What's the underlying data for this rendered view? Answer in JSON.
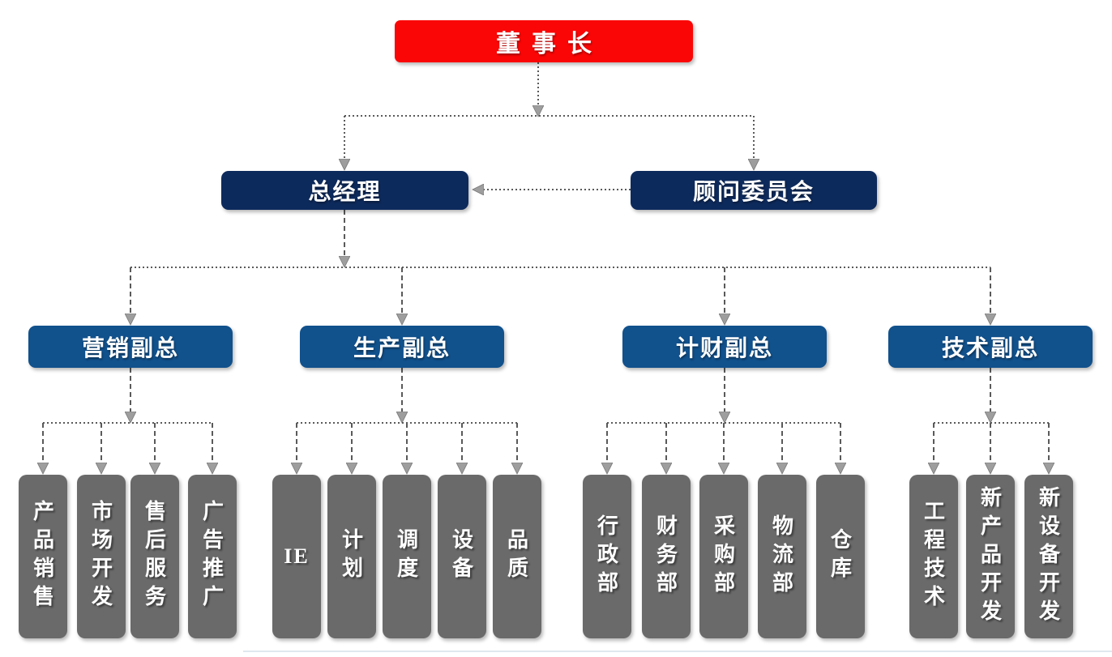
{
  "org_chart": {
    "root": {
      "label": "董事长"
    },
    "level2": {
      "general_manager": {
        "label": "总经理"
      },
      "advisory_committee": {
        "label": "顾问委员会"
      }
    },
    "branches": [
      {
        "vp": "营销副总",
        "children": [
          "产品销售",
          "市场开发",
          "售后服务",
          "广告推广"
        ]
      },
      {
        "vp": "生产副总",
        "children": [
          "IE",
          "计划",
          "调度",
          "设备",
          "品质"
        ]
      },
      {
        "vp": "计财副总",
        "children": [
          "行政部",
          "财务部",
          "采购部",
          "物流部",
          "仓库"
        ]
      },
      {
        "vp": "技术副总",
        "children": [
          "工程技术",
          "新产品开发",
          "新设备开发"
        ]
      }
    ],
    "colors": {
      "root_box": "#fb0606",
      "level2_box": "#0d2a5c",
      "vp_box": "#11518c",
      "dept_box": "#6a6a6a",
      "connector_line": "#5a5a5a",
      "arrowhead": "#9e9e9e",
      "text": "#ffffff"
    }
  }
}
